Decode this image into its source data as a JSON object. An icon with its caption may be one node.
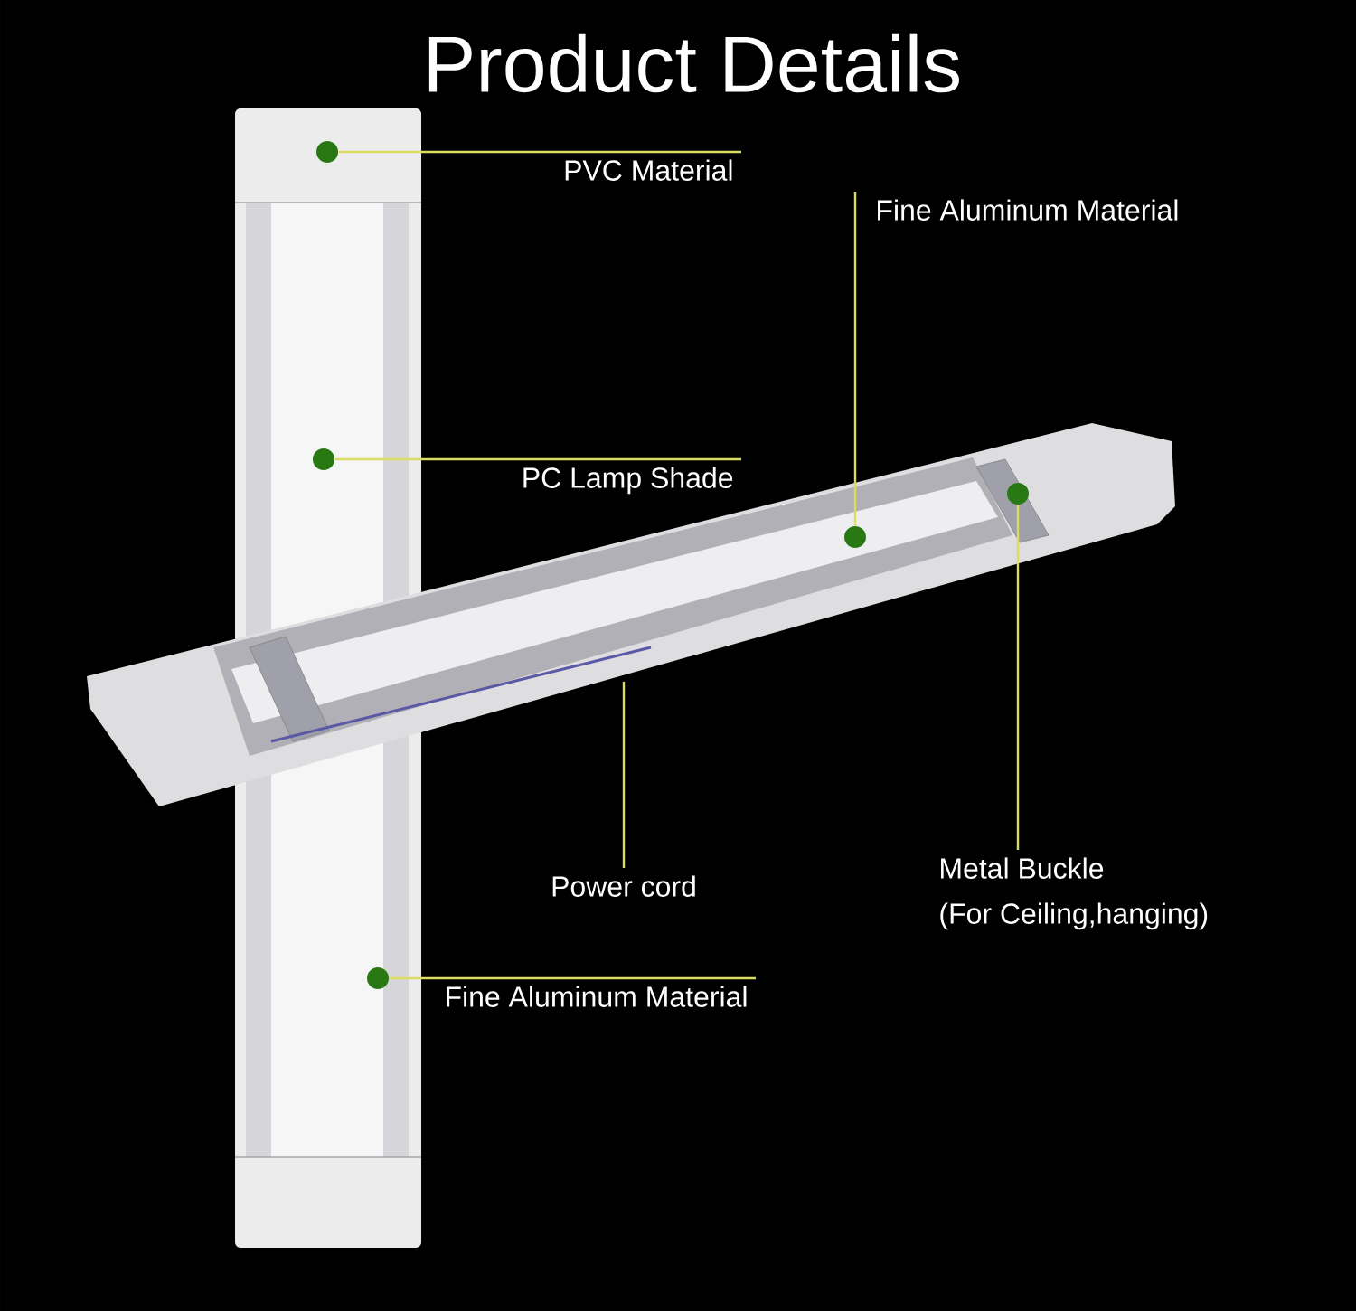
{
  "diagram": {
    "title": "Product Details",
    "nodes": [
      {
        "text": [
          "PVC Material"
        ]
      },
      {
        "text": [],
        "shape": "circle"
      },
      {
        "text": [
          "Fine Aluminum Material"
        ]
      },
      {
        "text": [],
        "shape": "circle"
      },
      {
        "text": [
          "PC Lamp Shade"
        ]
      },
      {
        "text": [],
        "shape": "circle"
      },
      {
        "text": [],
        "shape": "circle"
      },
      {
        "text": [
          "Power cord"
        ]
      },
      {
        "text": [
          "Metal Buckle",
          "(For Ceiling,hanging)"
        ]
      },
      {
        "text": [
          "Fine Aluminum Material"
        ]
      },
      {
        "text": [],
        "shape": "circle"
      }
    ],
    "edges": [
      {
        "from": 0,
        "to": 1,
        "arrow": "none"
      },
      {
        "from": 2,
        "to": 3,
        "arrow": "none"
      },
      {
        "from": 4,
        "to": 5,
        "arrow": "none"
      },
      {
        "from": 7,
        "to": null,
        "arrow": "none"
      },
      {
        "from": 8,
        "to": 6,
        "arrow": "none"
      },
      {
        "from": 9,
        "to": 10,
        "arrow": "none"
      }
    ]
  }
}
